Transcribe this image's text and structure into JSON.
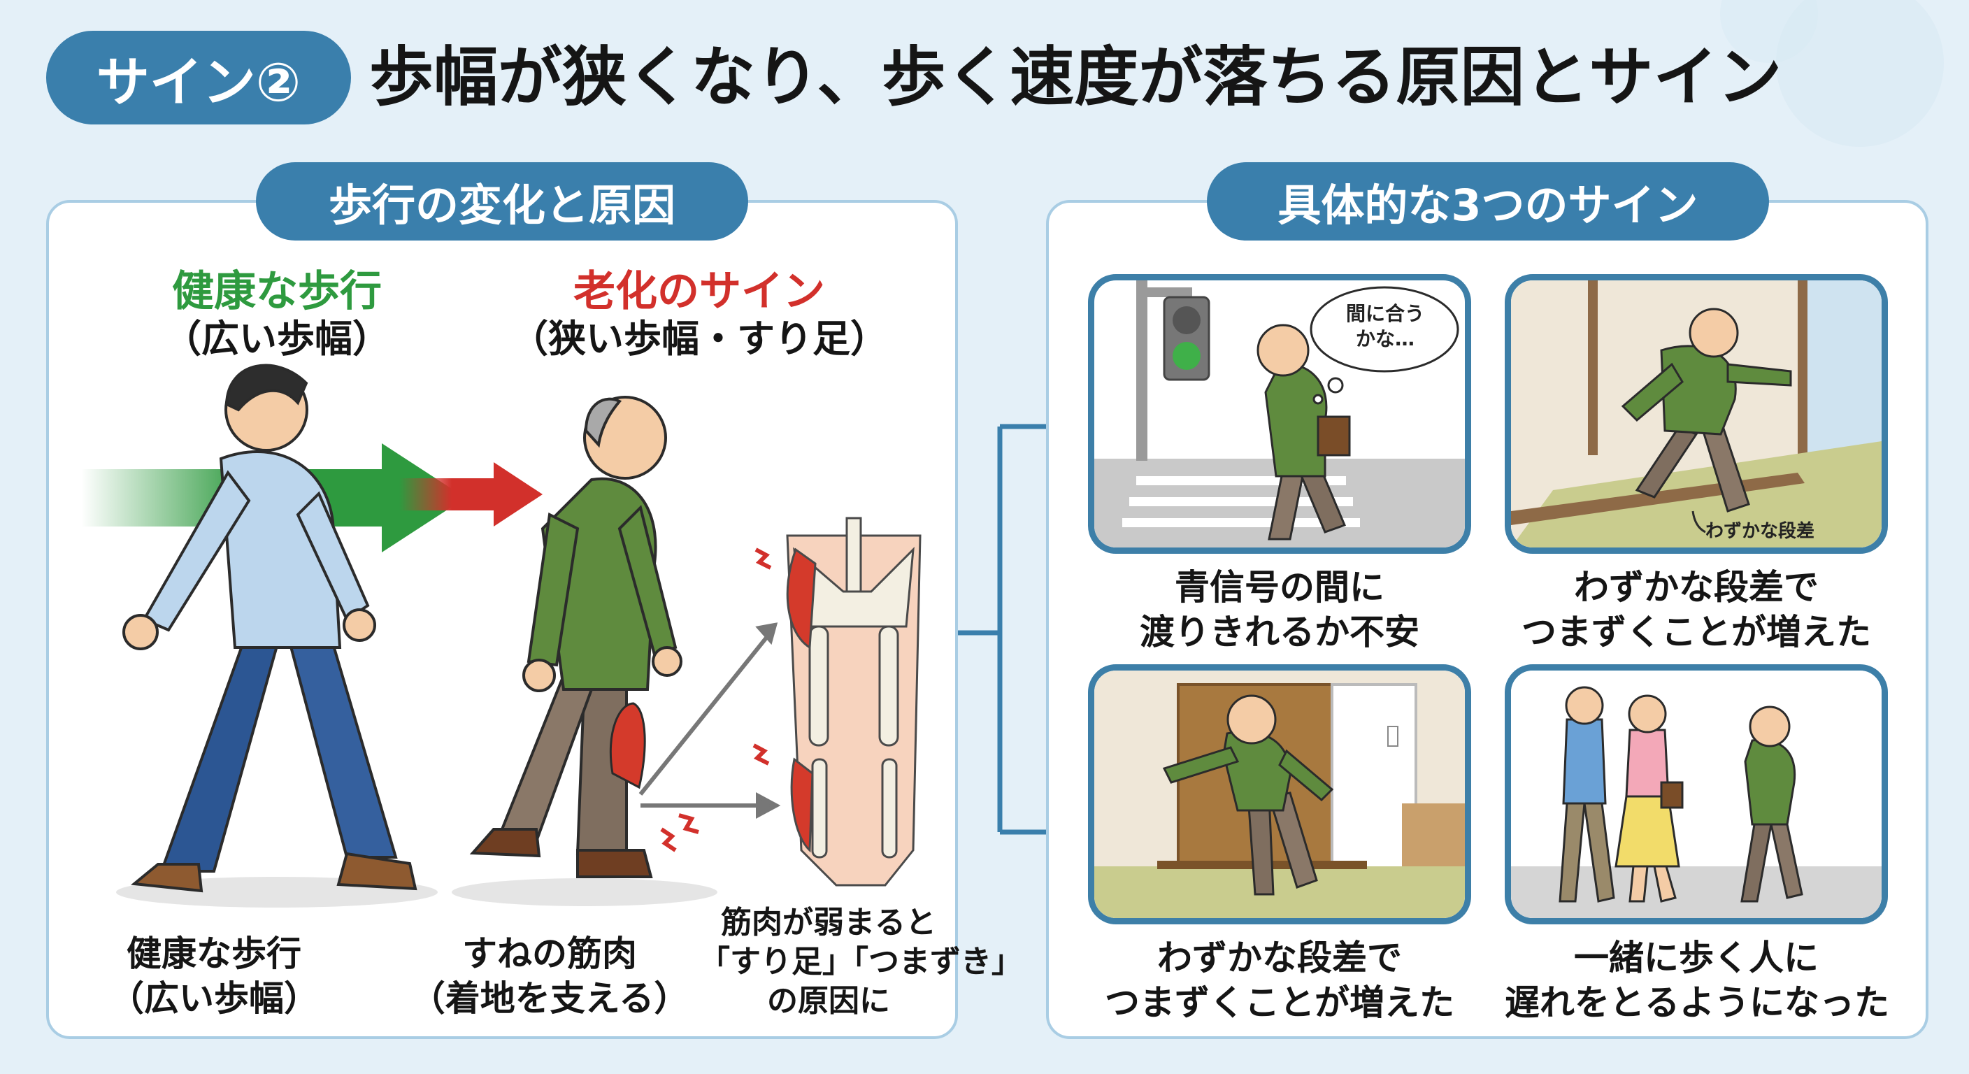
{
  "header": {
    "badge": "サイン②",
    "title": "歩幅が狭くなり、歩く速度が落ちる原因とサイン"
  },
  "left_panel": {
    "heading": "歩行の変化と原因",
    "healthy": {
      "title": "健康な歩行",
      "sub": "（広い歩幅）"
    },
    "aging": {
      "title": "老化のサイン",
      "sub": "（狭い歩幅・すり足）"
    },
    "captions": [
      {
        "line1": "健康な歩行",
        "line2": "（広い歩幅）"
      },
      {
        "line1": "すねの筋肉",
        "line2": "（着地を支える）"
      },
      {
        "line1": "筋肉が弱まると",
        "line2": "「すり足」「つまずき」",
        "line3": "の原因に"
      }
    ]
  },
  "right_panel": {
    "heading": "具体的な3つのサイン",
    "signs": [
      {
        "line1": "青信号の間に",
        "line2": "渡りきれるか不安",
        "bubble1": "間に合う",
        "bubble2": "かな…"
      },
      {
        "line1": "わずかな段差で",
        "line2": "つまずくことが増えた",
        "note": "わずかな段差"
      },
      {
        "line1": "わずかな段差で",
        "line2": "つまずくことが増えた"
      },
      {
        "line1": "一緒に歩く人に",
        "line2": "遅れをとるようになった"
      }
    ]
  },
  "colors": {
    "accent": "#3a7fac",
    "healthy_green": "#2e9a3f",
    "aging_red": "#d2302b",
    "card_border": "#3d7fa8"
  }
}
